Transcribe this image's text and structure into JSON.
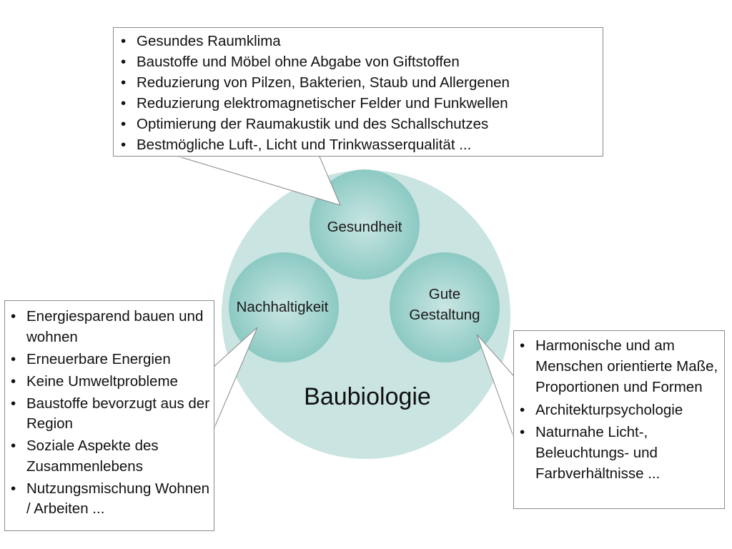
{
  "title": "Baubiologie",
  "colors": {
    "outer_circle": "#c9e4e1",
    "inner_circle_dark": "#8cc9c3",
    "inner_circle_light": "#c9e6e3",
    "callout_border": "#8a8a8a"
  },
  "circles": {
    "gesundheit": "Gesundheit",
    "nachhaltigkeit": "Nachhaltigkeit",
    "gestaltung_line1": "Gute",
    "gestaltung_line2": "Gestaltung"
  },
  "callouts": {
    "top": [
      "Gesundes Raumklima",
      "Baustoffe und Möbel ohne Abgabe von Giftstoffen",
      "Reduzierung von Pilzen, Bakterien, Staub und Allergenen",
      "Reduzierung elektromagnetischer Felder und Funkwellen",
      "Optimierung der Raumakustik und des Schallschutzes",
      "Bestmögliche Luft-, Licht und Trinkwasserqualität ..."
    ],
    "left": [
      "Energiesparend bauen und wohnen",
      "Erneuerbare Energien",
      "Keine Umweltprobleme",
      "Baustoffe bevorzugt aus der Region",
      "Soziale Aspekte des Zusammenlebens",
      "Nutzungsmischung Wohnen / Arbeiten ..."
    ],
    "right": [
      "Harmonische und am Menschen orientierte Maße, Proportionen und Formen",
      "Architekturpsychologie",
      "Naturnahe Licht-, Beleuchtungs- und Farbverhältnisse ..."
    ]
  }
}
